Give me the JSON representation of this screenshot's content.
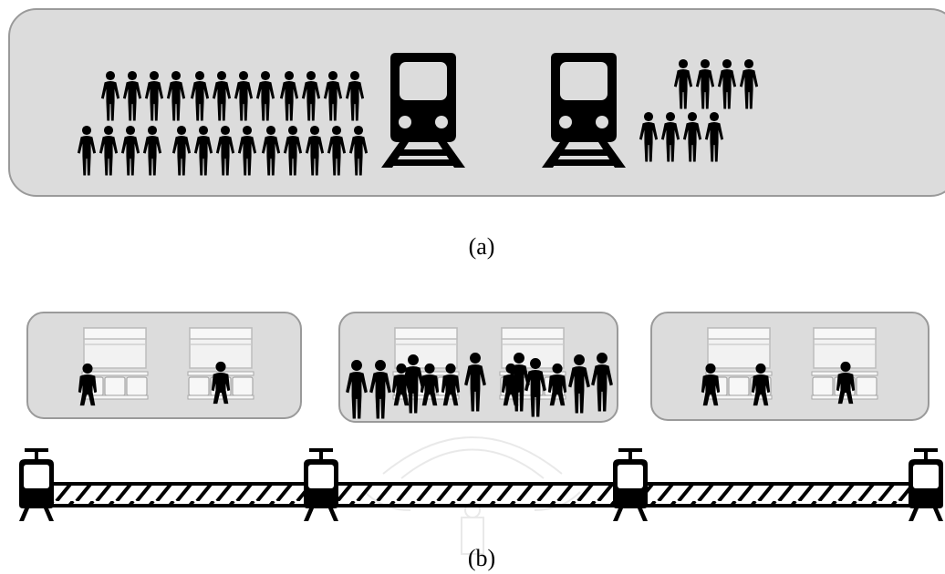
{
  "captions": {
    "a": "(a)",
    "b": "(b)"
  },
  "colors": {
    "panel_fill": "#dcdcdc",
    "panel_stroke": "#9a9a9a",
    "figure": "#000000",
    "window_fill": "#f2f2f2",
    "seat_fill": "#f7f7f7",
    "watermark": "#d8d8d8"
  },
  "icons": {
    "person": "person-icon",
    "train_front": "train-front-icon",
    "tram": "tram-icon",
    "seat_window": "seat-window-icon",
    "seated_person": "seated-person-icon",
    "track": "hatched-track"
  },
  "panel_a": {
    "platform_left_queue": 25,
    "platform_right_queue": 8,
    "trains": 2
  },
  "panel_b": {
    "stations": 4,
    "cars": [
      {
        "seated_passengers": 2,
        "standing_passengers": 0,
        "crowded": false
      },
      {
        "seated_passengers": 5,
        "standing_passengers": 8,
        "crowded": true
      },
      {
        "seated_passengers": 3,
        "standing_passengers": 0,
        "crowded": false
      }
    ]
  }
}
